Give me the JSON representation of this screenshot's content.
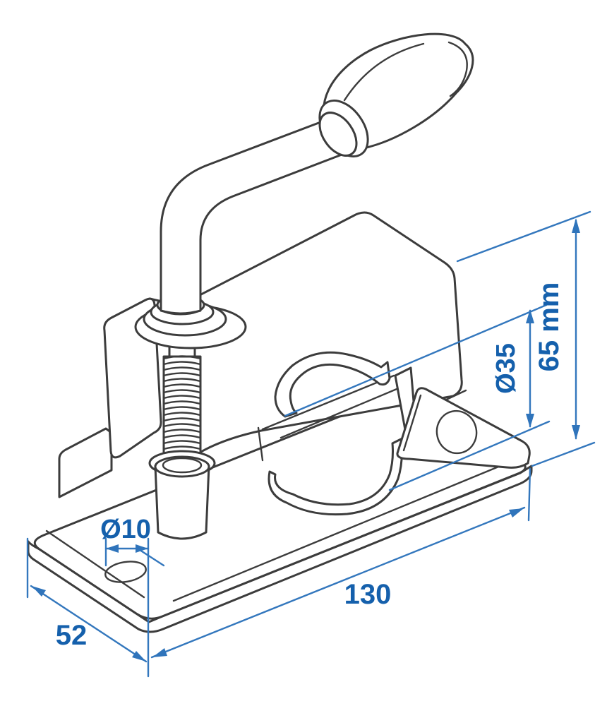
{
  "diagram": {
    "colors": {
      "background": "#ffffff",
      "drawing_line": "#3c3c3c",
      "dimension_line": "#3377bd",
      "dimension_text": "#1560ac"
    },
    "dimensions": {
      "hole": {
        "label": "Ø10"
      },
      "width": {
        "label": "52"
      },
      "length": {
        "label": "130"
      },
      "clamp": {
        "label": "Ø35"
      },
      "height": {
        "label": "65 mm"
      }
    }
  }
}
